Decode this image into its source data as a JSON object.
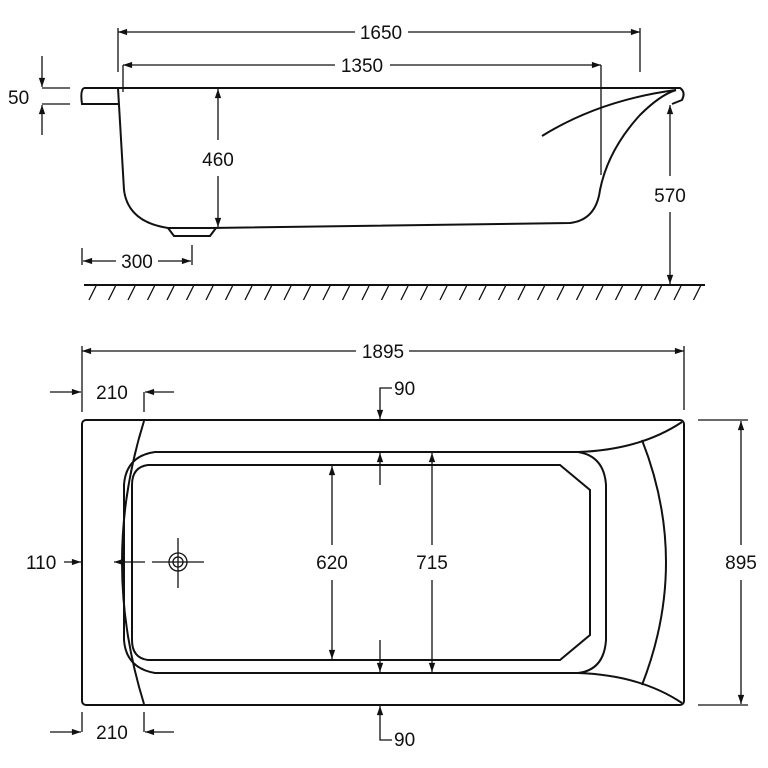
{
  "side_view": {
    "overall_length": "1650",
    "inner_length": "1350",
    "rim_thickness": "50",
    "depth": "460",
    "total_height": "570",
    "drain_offset": "300"
  },
  "top_view": {
    "overall_length": "1895",
    "width": "895",
    "rim_top_left": "210",
    "rim_bottom_left": "210",
    "rim_top": "90",
    "rim_bottom": "90",
    "drain_offset": "110",
    "inner_width": "620",
    "basin_width": "715"
  },
  "colors": {
    "line": "#111111",
    "background": "#ffffff"
  }
}
